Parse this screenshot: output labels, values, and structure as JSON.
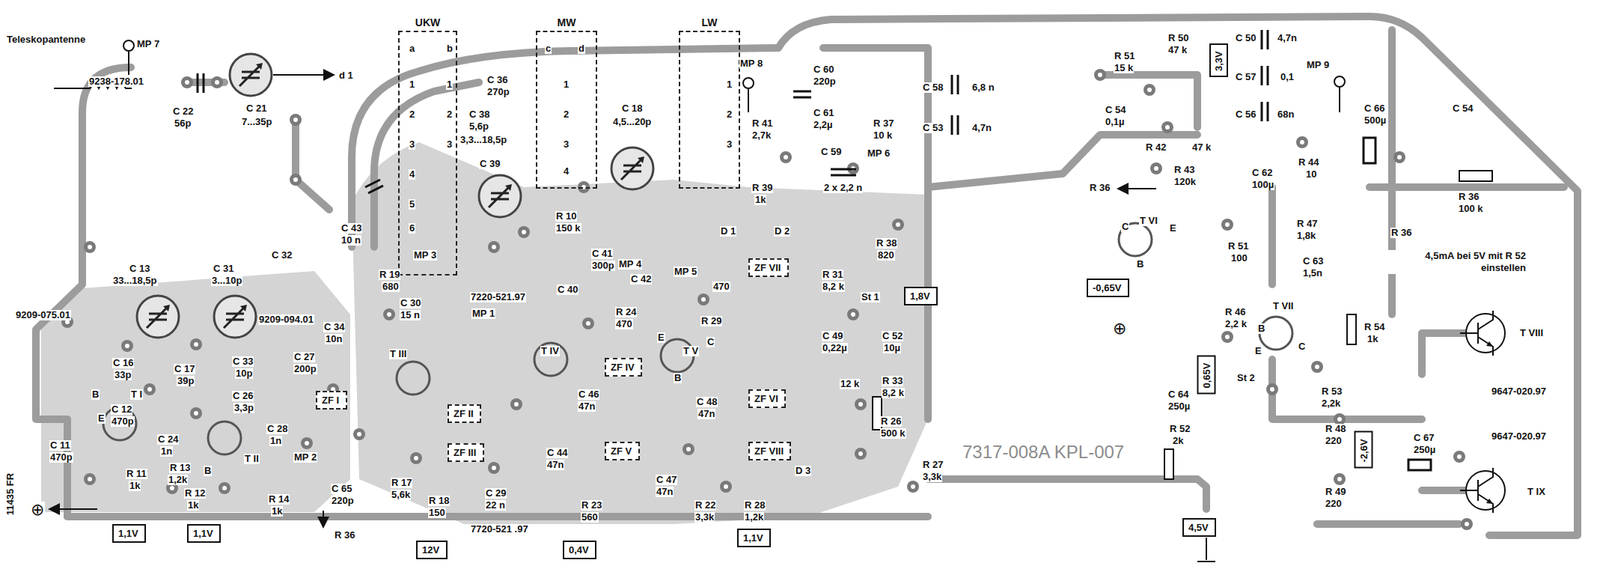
{
  "diagram": {
    "nodes": [
      {
        "text": [
          "UKW"
        ]
      },
      {
        "text": [
          "MW"
        ]
      },
      {
        "text": [
          "LW"
        ]
      },
      {
        "text": [
          "ZF I"
        ]
      },
      {
        "text": [
          "ZF II"
        ]
      },
      {
        "text": [
          "ZF III"
        ]
      },
      {
        "text": [
          "ZF IV"
        ]
      },
      {
        "text": [
          "ZF V"
        ]
      },
      {
        "text": [
          "ZF VII"
        ]
      },
      {
        "text": [
          "ZF VI"
        ]
      },
      {
        "text": [
          "ZF VIII"
        ]
      },
      {
        "text": [
          "1,1V"
        ]
      },
      {
        "text": [
          "1,1V"
        ]
      },
      {
        "text": [
          "12V"
        ]
      },
      {
        "text": [
          "0,4V"
        ]
      },
      {
        "text": [
          "1,1V"
        ]
      },
      {
        "text": [
          "1,8V"
        ]
      },
      {
        "text": [
          "3,3V"
        ]
      },
      {
        "text": [
          "-0,65V"
        ]
      },
      {
        "text": [
          "0,65V"
        ]
      },
      {
        "text": [
          "-2,6V"
        ]
      },
      {
        "text": [
          "4,5V"
        ]
      }
    ],
    "labels": [
      "Teleskopantenne",
      "MP 7",
      "9238-178.01",
      "C 22",
      "56p",
      "C 21",
      "7...35p",
      "d 1",
      "C 43",
      "10 n",
      "C 13",
      "33...18,5p",
      "C 31",
      "3...10p",
      "C 32",
      "9209-075.01",
      "9209-094.01",
      "C 16",
      "33p",
      "C 17",
      "39p",
      "C 33",
      "10p",
      "C 26",
      "3,3p",
      "C 27",
      "200p",
      "C 34",
      "10n",
      "T I",
      "B",
      "E",
      "C 12",
      "470p",
      "C 24",
      "1n",
      "C 28",
      "1n",
      "T II",
      "B",
      "C 11",
      "470p",
      "R 11",
      "1k",
      "R 13",
      "1,2k",
      "R 12",
      "1k",
      "R 14",
      "1k",
      "MP 2",
      "C 65",
      "220p",
      "R 36",
      "⊕",
      "11435 FR",
      "a",
      "b",
      "1",
      "2",
      "3",
      "4",
      "5",
      "6",
      "1",
      "2",
      "3",
      "c",
      "d",
      "1",
      "2",
      "3",
      "4",
      "1",
      "2",
      "3",
      "C 36",
      "270p",
      "C 38",
      "5,6p",
      "3,3...18,5p",
      "C 39",
      "C 18",
      "4,5...20p",
      "R 10",
      "150 k",
      "C 41",
      "300p",
      "C 40",
      "C 42",
      "MP 3",
      "R 19",
      "680",
      "C 30",
      "15 n",
      "7220-521.97",
      "MP 1",
      "T III",
      "T IV",
      "R 24",
      "470",
      "MP 4",
      "MP 5",
      "470",
      "R 29",
      "C 46",
      "47n",
      "C 44",
      "47n",
      "R 17",
      "5,6k",
      "R 18",
      "150",
      "C 29",
      "22 n",
      "7720-521 .97",
      "R 23",
      "560",
      "T V",
      "E",
      "B",
      "C",
      "C 48",
      "47n",
      "C 47",
      "47n",
      "R 22",
      "3,3k",
      "R 28",
      "1,2k",
      "MP 8",
      "R 41",
      "2,7k",
      "R 39",
      "1k",
      "C 60",
      "220p",
      "C 61",
      "2,2µ",
      "R 37",
      "10 k",
      "C 59",
      "MP 6",
      "2 x 2,2 n",
      "D 1",
      "D 2",
      "R 38",
      "820",
      "R 31",
      "8,2 k",
      "St 1",
      "C 49",
      "0,22µ",
      "12 k",
      "C 52",
      "10µ",
      "R 33",
      "8,2 k",
      "R 26",
      "500 k",
      "D 3",
      "R 27",
      "3,3k",
      "C 58",
      "6,8 n",
      "C 53",
      "4,7n",
      "7317-008A KPL-007",
      "R 51",
      "15 k",
      "R 50",
      "47 k",
      "C 50",
      "4,7n",
      "MP 9",
      "C 57",
      "0,1",
      "C 54",
      "0,1µ",
      "C 56",
      "68n",
      "C 66",
      "500µ",
      "C 54",
      "R 42",
      "47 k",
      "R 36",
      "R 43",
      "120k",
      "C 62",
      "100µ",
      "R 44",
      "10",
      "R 36",
      "100 k",
      "T VI",
      "C",
      "E",
      "B",
      "R 51",
      "100",
      "R 47",
      "1,8k",
      "R 36",
      "C 63",
      "1,5n",
      "4,5mA bei 5V mit R 52 einstellen",
      "⊕",
      "R 46",
      "2,2 k",
      "T VII",
      "B",
      "E",
      "C",
      "R 54",
      "1k",
      "T VIII",
      "9647-020.97",
      "C 64",
      "250µ",
      "St 2",
      "R 53",
      "2,2k",
      "R 48",
      "220",
      "R 52",
      "2k",
      "9647-020.97",
      "C 67",
      "250µ",
      "R 49",
      "220",
      "T IX"
    ]
  }
}
